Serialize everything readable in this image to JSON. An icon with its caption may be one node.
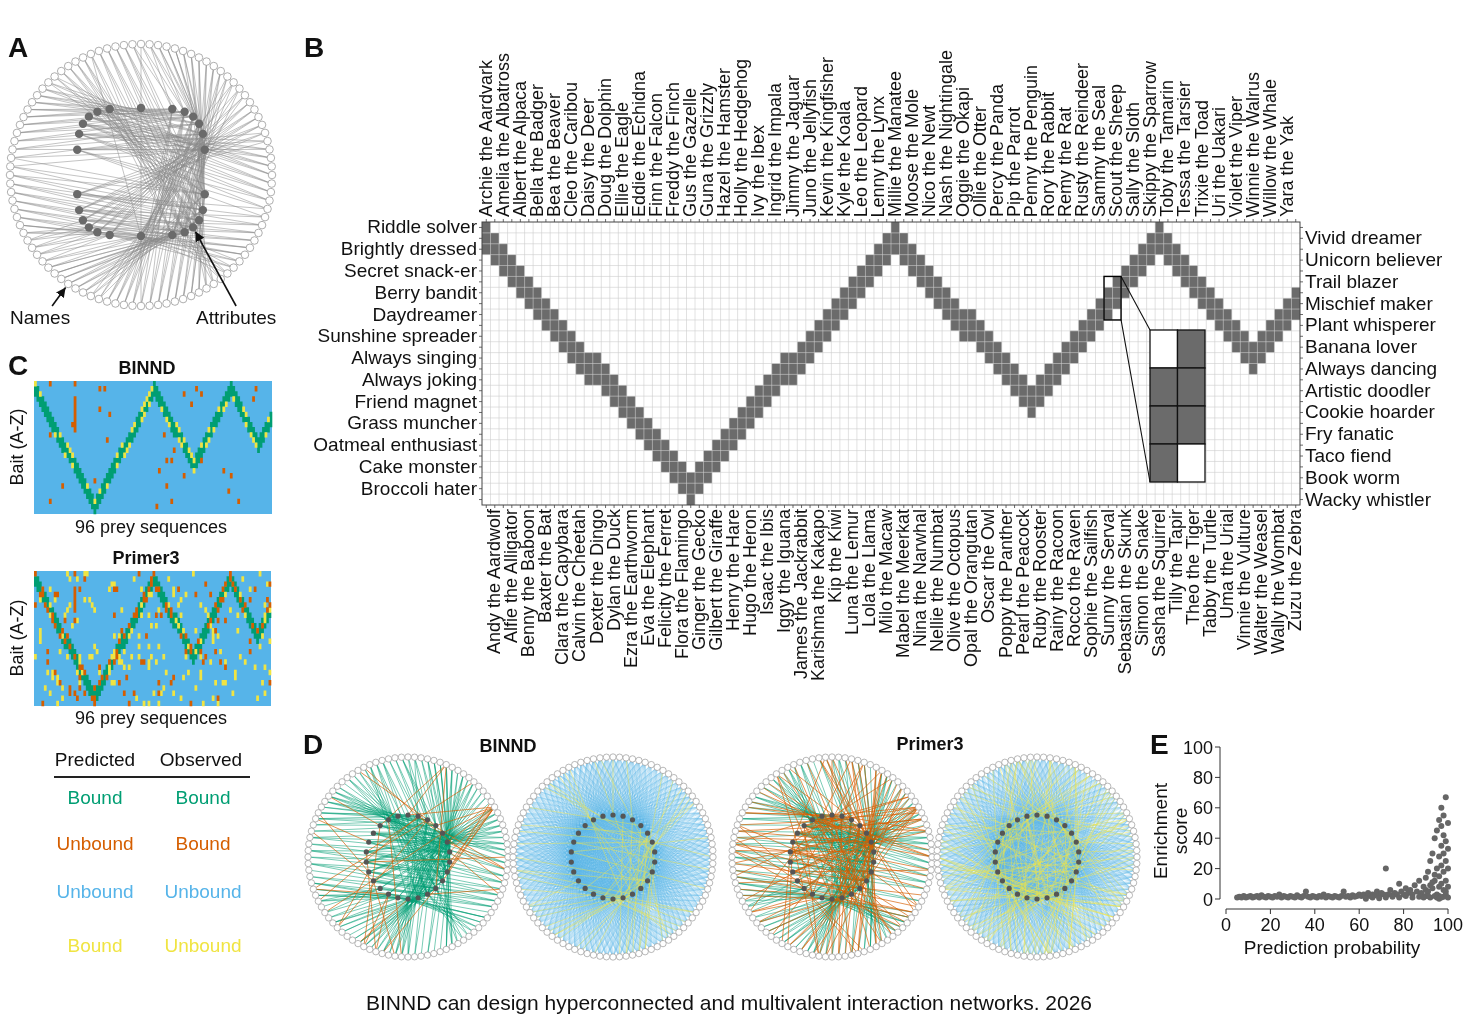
{
  "diagram": {
    "caption": "BINND can design hyperconnected and multivalent interaction networks. 2026",
    "nodes": [
      {
        "text": [
          "Names"
        ]
      },
      {
        "text": [
          "Attributes"
        ]
      },
      {
        "text": [],
        "shape": "circle"
      },
      {
        "text": [],
        "shape": "circle"
      }
    ],
    "edges": [
      {
        "from": 0,
        "to": 2,
        "arrow": "to"
      },
      {
        "from": 1,
        "to": 3,
        "arrow": "to"
      }
    ],
    "labels": [
      "A",
      "B",
      "Archie the Aardvark",
      "Amelia the Albatross",
      "Albert the Alpaca",
      "Bella the Badger",
      "Bea the Beaver",
      "Cleo the Caribou",
      "Daisy the Deer",
      "Doug the Dolphin",
      "Ellie the Eagle",
      "Eddie the Echidna",
      "Finn the Falcon",
      "Freddy the Finch",
      "Gus the Gazelle",
      "Guna the Grizzly",
      "Hazel the Hamster",
      "Holly the Hedgehog",
      "Ivy the Ibex",
      "Ingrid the Impala",
      "Jimmy the Jaguar",
      "Juno the Jellyfish",
      "Kevin the Kingfisher",
      "Kyle the Koala",
      "Leo the Leopard",
      "Lenny the Lynx",
      "Millie the Manatee",
      "Moose the Mole",
      "Nico the Newt",
      "Nash the Nightingale",
      "Oggie the Okapi",
      "Ollie the Otter",
      "Percy the Panda",
      "Pip the Parrot",
      "Penny the Penguin",
      "Rory the Rabbit",
      "Remy the Rat",
      "Rusty the Reindeer",
      "Sammy the Seal",
      "Scout the Sheep",
      "Sally the Sloth",
      "Skippy the Sparrow",
      "Toby the Tamarin",
      "Tessa the Tarsier",
      "Trixie the Toad",
      "Uri the Uakari",
      "Violet the Viper",
      "Winnie the Walrus",
      "Willow the Whale",
      "Yara the Yak",
      "Riddle solver",
      "Brightly dressed",
      "Secret snack-er",
      "Berry bandit",
      "Daydreamer",
      "Sunshine spreader",
      "Always singing",
      "Always joking",
      "Friend magnet",
      "Grass muncher",
      "Oatmeal enthusiast",
      "Cake monster",
      "Broccoli hater",
      "Vivid dreamer",
      "Unicorn believer",
      "Trail blazer",
      "Mischief maker",
      "Plant whisperer",
      "Banana lover",
      "Always dancing",
      "Artistic doodler",
      "Cookie hoarder",
      "Fry fanatic",
      "Taco fiend",
      "Book worm",
      "Wacky whistler",
      "Andy the Aardwolf",
      "Alfie the Alligator",
      "Benny the Baboon",
      "Baxter the Bat",
      "Clara the Capybara",
      "Calvin the Cheetah",
      "Dexter the Dingo",
      "Dylan the Duck",
      "Ezra the Earthworm",
      "Eva the Elephant",
      "Felicity the Ferret",
      "Flora the Flamingo",
      "Ginger the Gecko",
      "Gilbert the Giraffe",
      "Henry the Hare",
      "Hugo the Heron",
      "Isaac the Ibis",
      "Iggy the Iguana",
      "James the Jackrabbit",
      "Karishma the Kakapo",
      "Kip the Kiwi",
      "Luna the Lemur",
      "Lola the Llama",
      "Milo the Macaw",
      "Mabel the Meerkat",
      "Nina the Narwhal",
      "Nellie the Numbat",
      "Olive the Octopus",
      "Opal the Orangutan",
      "Oscar the Owl",
      "Poppy the Panther",
      "Pearl the Peacock",
      "Ruby the Rooster",
      "Rainy the Racoon",
      "Rocco the Raven",
      "Sophie the Sailfish",
      "Sunny the Serval",
      "Sebastian the Skunk",
      "Simon the Snake",
      "Sasha the Squirrel",
      "Tilly the Tapir",
      "Theo the Tiger",
      "Tabby the Turtle",
      "Uma the Urial",
      "Vinnie the Vulture",
      "Walter the Weasel",
      "Wally the Wombat",
      "Zuzu the Zebra",
      "C",
      "BINND",
      "Bait (A-Z)",
      "96 prey sequences",
      "Primer3",
      "Bait (A-Z)",
      "96 prey sequences",
      "Predicted",
      "Observed",
      "D",
      "BINND",
      "Primer3",
      "E"
    ],
    "legend": [
      {
        "text": "Bound",
        "color": "#009e73"
      },
      {
        "text": "Bound",
        "color": "#009e73"
      },
      {
        "text": "Unbound",
        "color": "#d55e00"
      },
      {
        "text": "Bound",
        "color": "#d55e00"
      },
      {
        "text": "Unbound",
        "color": "#56b4e9"
      },
      {
        "text": "Unbound",
        "color": "#56b4e9"
      },
      {
        "text": "Bound",
        "color": "#f0e442"
      },
      {
        "text": "Unbound",
        "color": "#f0e442"
      }
    ],
    "chart_data": {
      "type": "scatter",
      "xlabel": "Prediction probability",
      "ylabel": "Enrichment score",
      "x": [
        5,
        6,
        7,
        8,
        9,
        10,
        11,
        12,
        13,
        14,
        15,
        16,
        17,
        18,
        19,
        20,
        21,
        22,
        23,
        24,
        25,
        26,
        27,
        28,
        29,
        30,
        31,
        32,
        33,
        34,
        35,
        36,
        37,
        38,
        39,
        40,
        41,
        42,
        43,
        44,
        45,
        46,
        47,
        48,
        49,
        50,
        51,
        52,
        53,
        54,
        55,
        56,
        57,
        58,
        59,
        60,
        61,
        62,
        63,
        64,
        65,
        66,
        67,
        68,
        69,
        70,
        71,
        72,
        73,
        74,
        75,
        76,
        77,
        78,
        79,
        80,
        81,
        82,
        83,
        84,
        85,
        86,
        87,
        88,
        89,
        90,
        90,
        91,
        91,
        92,
        92,
        93,
        93,
        94,
        94,
        95,
        95,
        95,
        96,
        96,
        96,
        96,
        97,
        97,
        97,
        97,
        98,
        98,
        98,
        98,
        98,
        99,
        99,
        99,
        99,
        100,
        100,
        100,
        100,
        94,
        93,
        97,
        99,
        96,
        63,
        66,
        69,
        72,
        75,
        78,
        81,
        84,
        87,
        90,
        92,
        94,
        95,
        96,
        97,
        98,
        99,
        100,
        91,
        89
      ],
      "series": [
        {
          "color": "#666666",
          "values": [
            1,
            1.5,
            1,
            2,
            1,
            1.5,
            2,
            1,
            1.5,
            2,
            1,
            2.5,
            1.5,
            1,
            2,
            1.5,
            1,
            2,
            1.5,
            3,
            1,
            2,
            1.5,
            1,
            2,
            1.5,
            1,
            2.5,
            1.5,
            1,
            2,
            5,
            1.5,
            1,
            2,
            1.5,
            1,
            2,
            1.5,
            3,
            1,
            2,
            1.5,
            1,
            2,
            1.5,
            1,
            2,
            5,
            1.5,
            2,
            1,
            2.5,
            1.5,
            2,
            3,
            2,
            3,
            1.5,
            4,
            2,
            3,
            2.5,
            5,
            2,
            4,
            3,
            20,
            3,
            6,
            2.5,
            4,
            3,
            10,
            5,
            3,
            7,
            4,
            6,
            3,
            9,
            5,
            12,
            4,
            8,
            6,
            14,
            5,
            18,
            9,
            25,
            7,
            30,
            12,
            40,
            3,
            20,
            45,
            8,
            15,
            28,
            52,
            10,
            22,
            35,
            60,
            6,
            18,
            30,
            42,
            55,
            12,
            25,
            38,
            67,
            8,
            20,
            33,
            50,
            16,
            11,
            48,
            5,
            2,
            0.2,
            1,
            0.5,
            1,
            1.5,
            1,
            2,
            1,
            1.5,
            2,
            1,
            2,
            1,
            0.2,
            1,
            1.5,
            3,
            1,
            2,
            1
          ]
        }
      ],
      "xlim": [
        0,
        100
      ],
      "ylim": [
        0,
        100
      ],
      "xticks": [
        0,
        20,
        40,
        60,
        80,
        100
      ],
      "yticks": [
        0,
        20,
        40,
        60,
        80,
        100
      ]
    }
  }
}
